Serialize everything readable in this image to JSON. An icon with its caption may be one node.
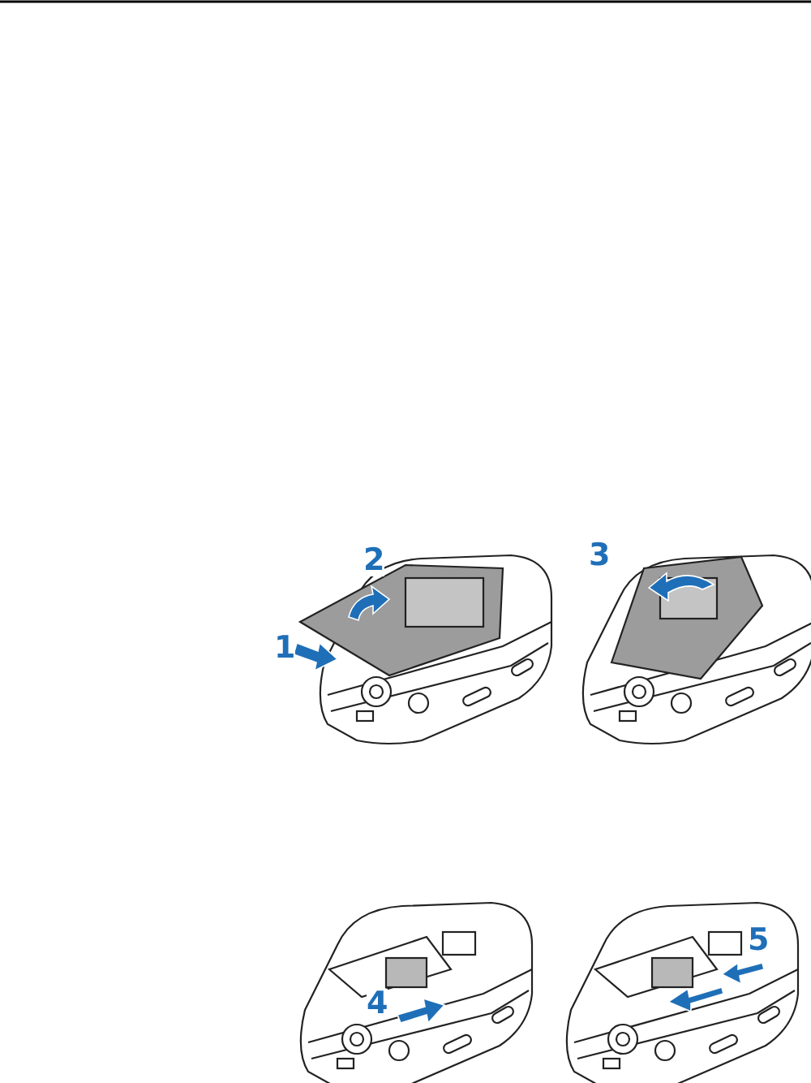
{
  "diagram": {
    "labels": [
      "1",
      "2",
      "3",
      "4",
      "5"
    ]
  }
}
